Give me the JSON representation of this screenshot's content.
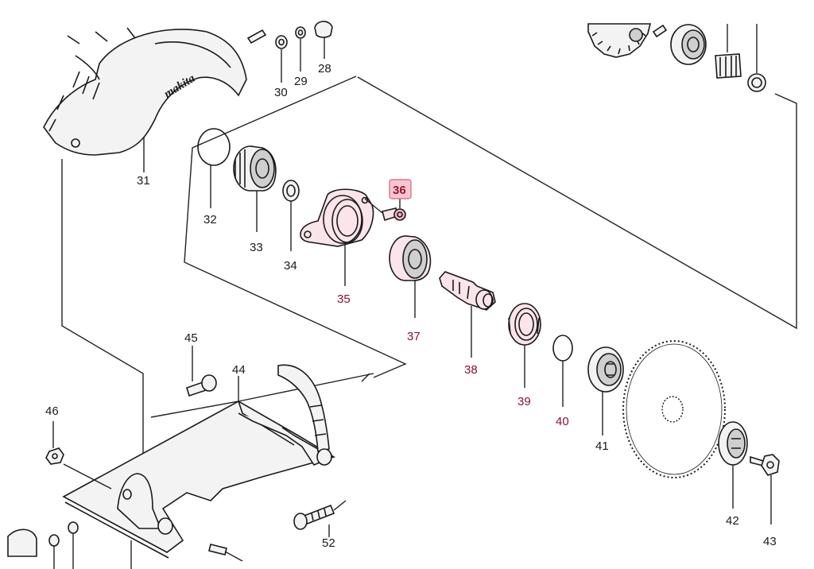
{
  "callouts": [
    {
      "id": "c28",
      "text": "28",
      "state": "normal"
    },
    {
      "id": "c29",
      "text": "29",
      "state": "normal"
    },
    {
      "id": "c30",
      "text": "30",
      "state": "normal"
    },
    {
      "id": "c31",
      "text": "31",
      "state": "normal"
    },
    {
      "id": "c32",
      "text": "32",
      "state": "normal"
    },
    {
      "id": "c33",
      "text": "33",
      "state": "normal"
    },
    {
      "id": "c34",
      "text": "34",
      "state": "normal"
    },
    {
      "id": "c35",
      "text": "35",
      "state": "highlighted"
    },
    {
      "id": "c36",
      "text": "36",
      "state": "selected"
    },
    {
      "id": "c37",
      "text": "37",
      "state": "highlighted"
    },
    {
      "id": "c38",
      "text": "38",
      "state": "highlighted"
    },
    {
      "id": "c39",
      "text": "39",
      "state": "highlighted"
    },
    {
      "id": "c40",
      "text": "40",
      "state": "highlighted"
    },
    {
      "id": "c41",
      "text": "41",
      "state": "normal"
    },
    {
      "id": "c42",
      "text": "42",
      "state": "normal"
    },
    {
      "id": "c43",
      "text": "43",
      "state": "normal"
    },
    {
      "id": "c44",
      "text": "44",
      "state": "normal"
    },
    {
      "id": "c45",
      "text": "45",
      "state": "normal"
    },
    {
      "id": "c46",
      "text": "46",
      "state": "normal"
    },
    {
      "id": "c52",
      "text": "52",
      "state": "normal"
    }
  ],
  "logo_text": "makita",
  "colors": {
    "line": "#1a1a1a",
    "highlight_fill": "#fbe4ea",
    "highlight_text": "#8a1030",
    "selected_box": "#f7c6d2",
    "selected_border": "#d8607e"
  },
  "icons": {
    "logo": "makita-logo",
    "parts": [
      "blade-guard",
      "o-ring",
      "ball-bearing",
      "retaining-ring",
      "bearing-box",
      "pan-head-screw",
      "ball-bearing",
      "spindle",
      "flat-washer",
      "o-ring",
      "inner-flange",
      "saw-blade",
      "outer-flange",
      "hex-bolt",
      "base-plate",
      "hex-bolt",
      "hex-nut",
      "thumb-screw"
    ]
  }
}
